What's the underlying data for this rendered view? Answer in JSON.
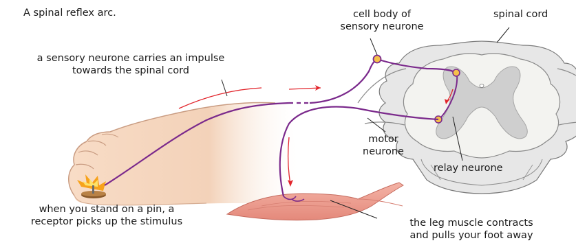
{
  "caption": "A spinal reflex arc.",
  "labels": {
    "cell_body": [
      "cell body of",
      "sensory neurone"
    ],
    "spinal_cord": "spinal cord",
    "sensory_neurone": [
      "a sensory neurone carries an impulse",
      "towards the spinal cord"
    ],
    "motor_neurone": [
      "motor",
      "neurone"
    ],
    "relay_neurone": "relay neurone",
    "pin_receptor": [
      "when you stand on a pin, a",
      "receptor picks up the stimulus"
    ],
    "muscle": [
      "the leg muscle contracts",
      "and pulls your foot away"
    ]
  },
  "colors": {
    "neurone": "#7b2a8c",
    "impulse_arrow": "#e2242b",
    "skin": "#f6d3b8",
    "skin_edge": "#c99c82",
    "white_matter": "#f1f1ee",
    "grey_matter": "#cfcfcf",
    "muscle": "#ec9a8e",
    "label_line": "#222222"
  }
}
